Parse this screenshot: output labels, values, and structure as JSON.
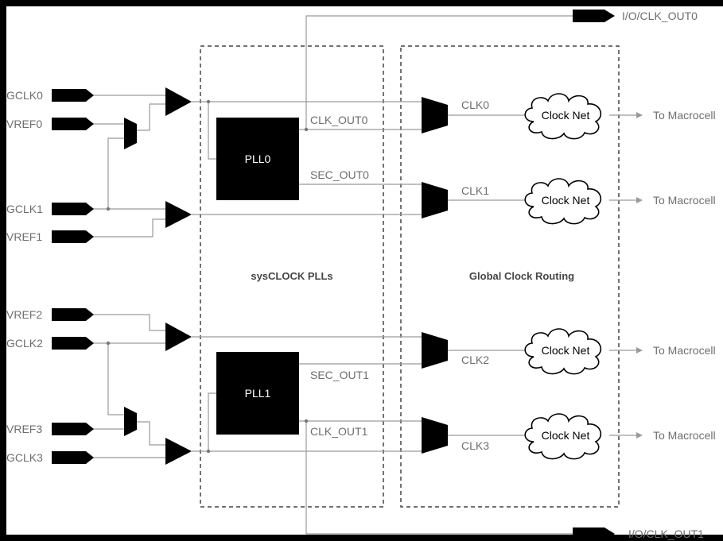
{
  "inputs": {
    "gclk0": "GCLK0",
    "vref0": "VREF0",
    "gclk1": "GCLK1",
    "vref1": "VREF1",
    "vref2": "VREF2",
    "gclk2": "GCLK2",
    "vref3": "VREF3",
    "gclk3": "GCLK3"
  },
  "outputs": {
    "io0": "I/O/CLK_OUT0",
    "io1": "I/O/CLK_OUT1"
  },
  "pll": {
    "pll0": "PLL0",
    "pll1": "PLL1",
    "clk_out0": "CLK_OUT0",
    "sec_out0": "SEC_OUT0",
    "sec_out1": "SEC_OUT1",
    "clk_out1": "CLK_OUT1"
  },
  "sections": {
    "plls": "sysCLOCK PLLs",
    "routing": "Global Clock Routing"
  },
  "clocks": {
    "clk0": "CLK0",
    "clk1": "CLK1",
    "clk2": "CLK2",
    "clk3": "CLK3"
  },
  "clock_net": "Clock Net",
  "to_macrocell": "To Macrocell"
}
